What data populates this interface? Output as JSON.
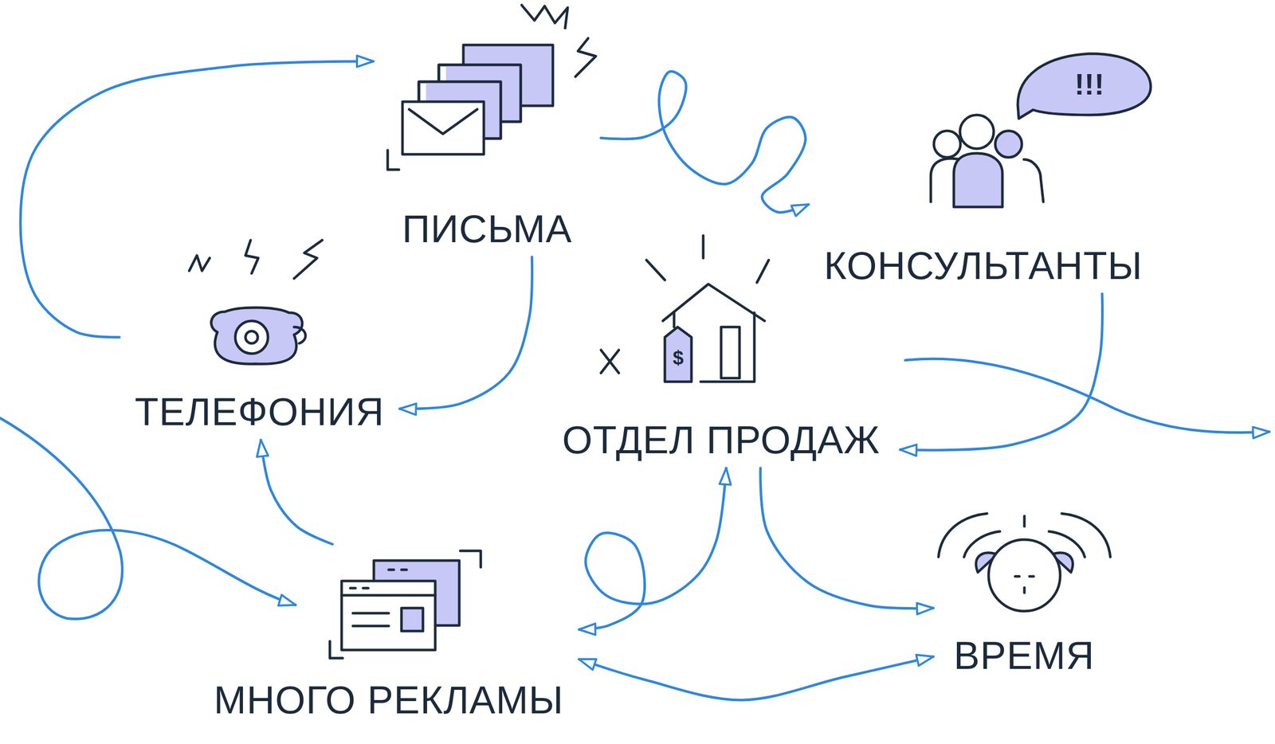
{
  "diagram": {
    "nodes": [
      {
        "text": [
          "ПИСЬМА"
        ]
      },
      {
        "text": [
          "КОНСУЛЬТАНТЫ"
        ]
      },
      {
        "text": [
          "ТЕЛЕФОНИЯ"
        ]
      },
      {
        "text": [
          "ОТДЕЛ ПРОДАЖ"
        ]
      },
      {
        "text": [
          "МНОГО РЕКЛАМЫ"
        ]
      },
      {
        "text": [
          "ВРЕМЯ"
        ]
      }
    ],
    "edges": [
      {
        "from": 2,
        "to": 0,
        "arrow": "to"
      },
      {
        "from": 0,
        "to": 1,
        "arrow": "to"
      },
      {
        "from": 0,
        "to": 2,
        "arrow": "to"
      },
      {
        "from": 1,
        "to": 3,
        "arrow": "to"
      },
      {
        "from": 3,
        "to": 5,
        "arrow": "to"
      },
      {
        "from": 4,
        "to": 2,
        "arrow": "to"
      },
      {
        "from": 4,
        "to": 3,
        "arrow": "both"
      },
      {
        "from": 4,
        "to": 5,
        "arrow": "both"
      }
    ],
    "labels": [
      "!!!",
      "$"
    ]
  }
}
